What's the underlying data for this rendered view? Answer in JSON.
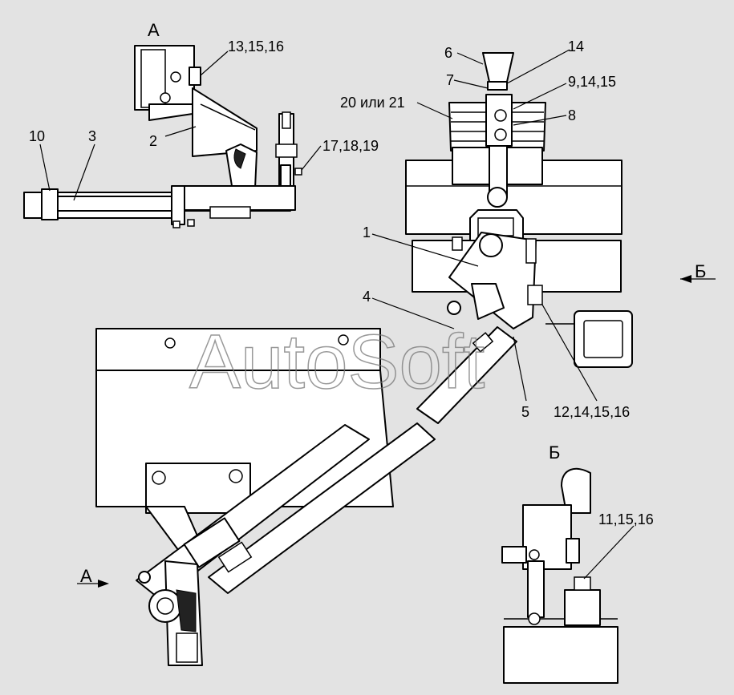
{
  "views": {
    "view_a_label": "А",
    "view_b_label": "Б",
    "arrow_a_label": "А",
    "arrow_b_label": "Б"
  },
  "callouts": {
    "c_13_15_16": "13,15,16",
    "c_2": "2",
    "c_10": "10",
    "c_3": "3",
    "c_17_18_19": "17,18,19",
    "c_6": "6",
    "c_14": "14",
    "c_7": "7",
    "c_9_14_15": "9,14,15",
    "c_20_21": "20 или 21",
    "c_8": "8",
    "c_1": "1",
    "c_4": "4",
    "c_5": "5",
    "c_12_14_15_16": "12,14,15,16",
    "c_11_15_16": "11,15,16"
  },
  "watermark": "AutoSoft"
}
